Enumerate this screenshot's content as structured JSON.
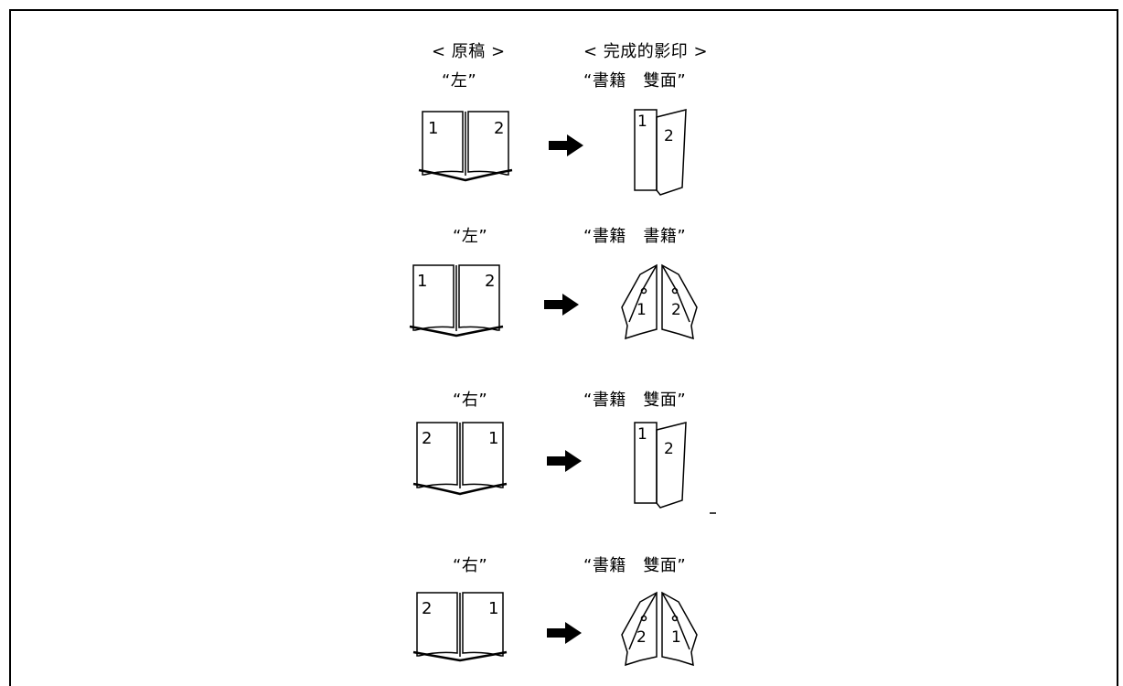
{
  "headers": {
    "original": "< 原稿 >",
    "result": "< 完成的影印 >"
  },
  "rows": [
    {
      "original_label": "“左”",
      "result_label": "“書籍　雙面”",
      "original_pages": [
        "1",
        "2"
      ],
      "result_pages": [
        "1",
        "2"
      ]
    },
    {
      "original_label": "“左”",
      "result_label": "“書籍　書籍”",
      "original_pages": [
        "1",
        "2"
      ],
      "result_pages": [
        "1",
        "2"
      ]
    },
    {
      "original_label": "“右”",
      "result_label": "“書籍　雙面”",
      "original_pages": [
        "2",
        "1"
      ],
      "result_pages": [
        "1",
        "2"
      ]
    },
    {
      "original_label": "“右”",
      "result_label": "“書籍　雙面”",
      "original_pages": [
        "2",
        "1"
      ],
      "result_pages": [
        "2",
        "1"
      ]
    }
  ]
}
